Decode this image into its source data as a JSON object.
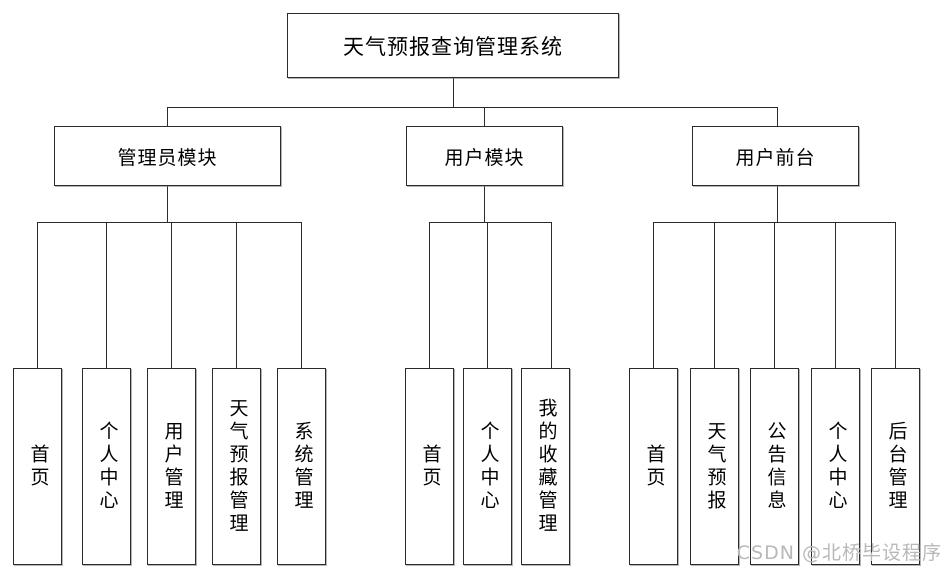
{
  "diagram": {
    "type": "tree",
    "title": "天气预报查询管理系统",
    "root": {
      "label": "天气预报查询管理系统"
    },
    "modules": [
      {
        "label": "管理员模块"
      },
      {
        "label": "用户模块"
      },
      {
        "label": "用户前台"
      }
    ],
    "admin_leaves": [
      {
        "label": "首页"
      },
      {
        "label": "个人中心"
      },
      {
        "label": "用户管理"
      },
      {
        "label": "天气预报管理"
      },
      {
        "label": "系统管理"
      }
    ],
    "user_leaves": [
      {
        "label": "首页"
      },
      {
        "label": "个人中心"
      },
      {
        "label": "我的收藏管理"
      }
    ],
    "frontend_leaves": [
      {
        "label": "首页"
      },
      {
        "label": "天气预报"
      },
      {
        "label": "公告信息"
      },
      {
        "label": "个人中心"
      },
      {
        "label": "后台管理"
      }
    ],
    "colors": {
      "border": "#2b2b2b",
      "background": "#ffffff",
      "text": "#000000",
      "watermark": "#b9b9b9"
    }
  },
  "watermark": {
    "text": "CSDN @北桥毕设程序"
  }
}
